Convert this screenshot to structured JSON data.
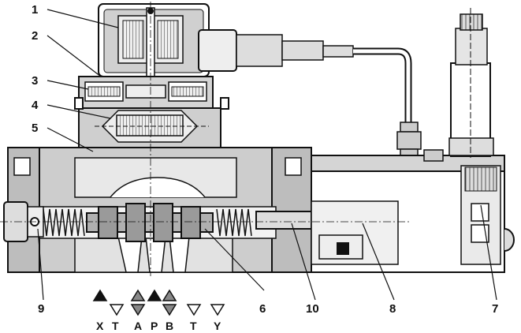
{
  "callouts": [
    "1",
    "2",
    "3",
    "4",
    "5",
    "6",
    "7",
    "8",
    "9",
    "10"
  ],
  "ports": [
    "X",
    "T",
    "A",
    "P",
    "B",
    "T",
    "Y"
  ],
  "colors": {
    "ink": "#111111",
    "body": "#c8c8c8",
    "dark": "#7a7a7a",
    "light": "#e6e6e6",
    "white": "#ffffff"
  }
}
